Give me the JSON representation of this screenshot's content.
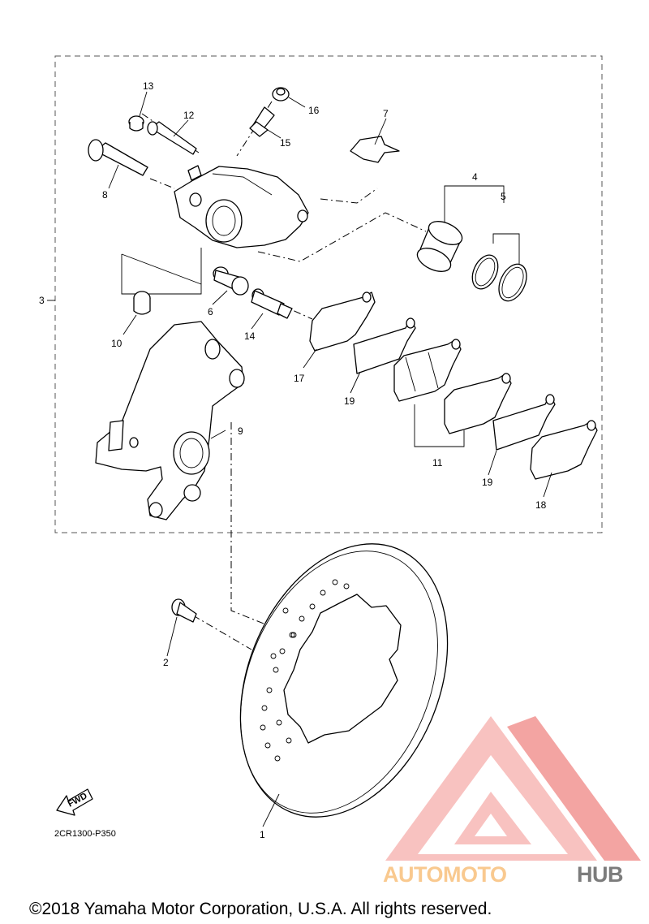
{
  "diagram": {
    "callouts": [
      "1",
      "2",
      "3",
      "4",
      "5",
      "6",
      "7",
      "8",
      "9",
      "10",
      "11",
      "12",
      "13",
      "14",
      "15",
      "16",
      "17",
      "18",
      "19",
      "19"
    ],
    "drawing_code": "2CR1300-P350",
    "fwd_label": "FWD",
    "copyright": "©2018 Yamaha Motor Corporation, U.S.A. All rights reserved."
  },
  "watermark": {
    "brand_part1": "AUTOMOTO",
    "brand_part2": "HUB",
    "colors": {
      "orange": "#f9c98f",
      "pink": "#f4a7a7",
      "gray": "#7c7c7c"
    }
  }
}
